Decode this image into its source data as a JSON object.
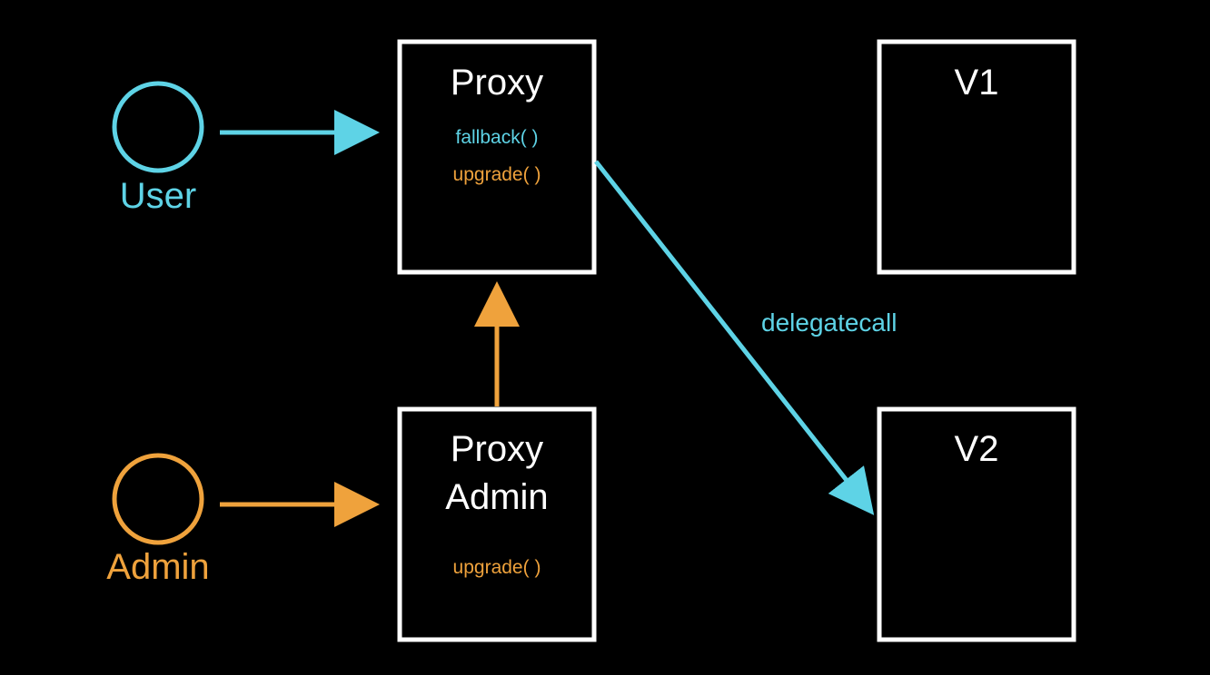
{
  "colors": {
    "background": "#000000",
    "box_border": "#ffffff",
    "user": "#5ed3e6",
    "admin": "#efa23c",
    "text": "#ffffff"
  },
  "actors": {
    "user": {
      "label": "User"
    },
    "admin": {
      "label": "Admin"
    }
  },
  "boxes": {
    "proxy": {
      "title": "Proxy",
      "methods": [
        "fallback( )",
        "upgrade( )"
      ]
    },
    "proxy_admin": {
      "title_line1": "Proxy",
      "title_line2": "Admin",
      "methods": [
        "upgrade( )"
      ]
    },
    "v1": {
      "title": "V1"
    },
    "v2": {
      "title": "V2"
    }
  },
  "edges": {
    "delegate": {
      "label": "delegatecall"
    }
  }
}
